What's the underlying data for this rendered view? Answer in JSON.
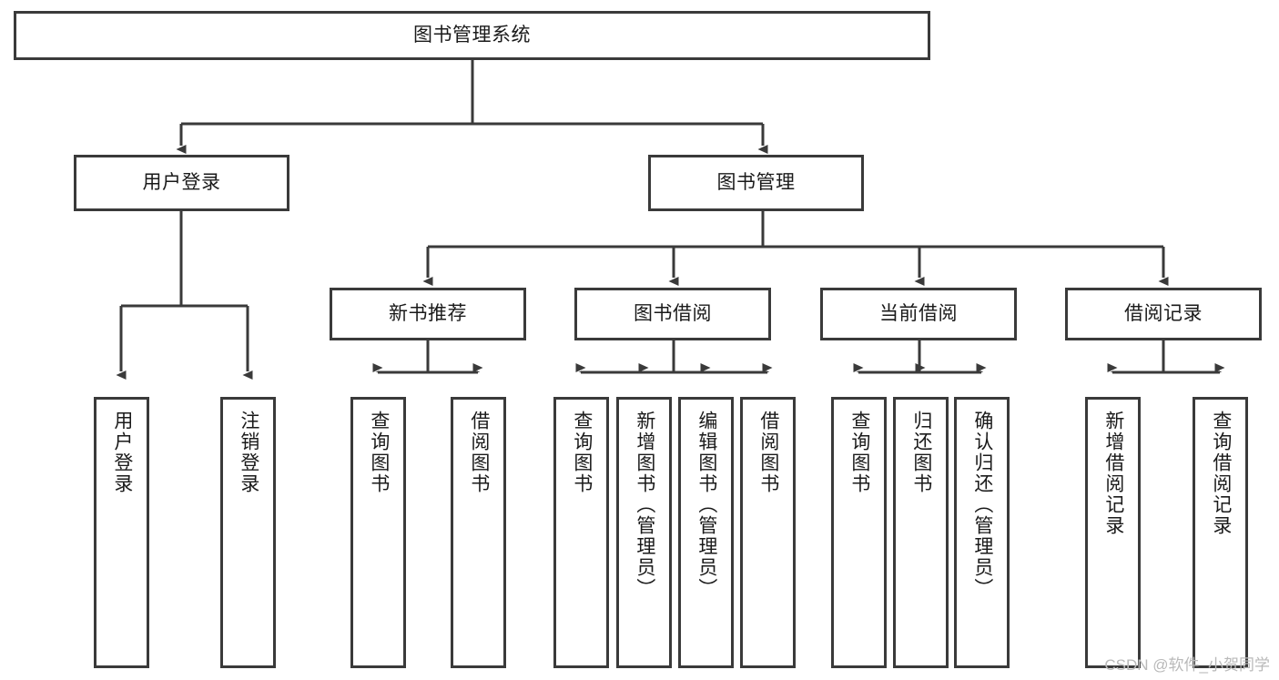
{
  "diagram": {
    "title": "图书管理系统",
    "watermark": "CSDN @软件_小贺同学",
    "stroke_color": "#3a3a3a",
    "text_color": "#1a1a1a",
    "background": "#ffffff",
    "nodes": {
      "root": "图书管理系统",
      "level2": [
        {
          "id": "user-login",
          "label": "用户登录"
        },
        {
          "id": "book-manage",
          "label": "图书管理"
        }
      ],
      "level3": [
        {
          "id": "new-book-recommend",
          "label": "新书推荐"
        },
        {
          "id": "book-borrow",
          "label": "图书借阅"
        },
        {
          "id": "current-borrow",
          "label": "当前借阅"
        },
        {
          "id": "borrow-record",
          "label": "借阅记录"
        }
      ],
      "leaves": [
        {
          "id": "leaf-user-login",
          "label": "用户登录",
          "parent": "user-login"
        },
        {
          "id": "leaf-user-logout",
          "label": "注销登录",
          "parent": "user-login"
        },
        {
          "id": "leaf-query-book-1",
          "label": "查询图书",
          "parent": "new-book-recommend"
        },
        {
          "id": "leaf-borrow-book-1",
          "label": "借阅图书",
          "parent": "new-book-recommend"
        },
        {
          "id": "leaf-query-book-2",
          "label": "查询图书",
          "parent": "book-borrow"
        },
        {
          "id": "leaf-add-book",
          "label": "新增图书（管理员）",
          "parent": "book-borrow"
        },
        {
          "id": "leaf-edit-book",
          "label": "编辑图书（管理员）",
          "parent": "book-borrow"
        },
        {
          "id": "leaf-borrow-book-2",
          "label": "借阅图书",
          "parent": "book-borrow"
        },
        {
          "id": "leaf-query-book-3",
          "label": "查询图书",
          "parent": "current-borrow"
        },
        {
          "id": "leaf-return-book",
          "label": "归还图书",
          "parent": "current-borrow"
        },
        {
          "id": "leaf-confirm-return",
          "label": "确认归还（管理员）",
          "parent": "current-borrow"
        },
        {
          "id": "leaf-add-record",
          "label": "新增借阅记录",
          "parent": "borrow-record"
        },
        {
          "id": "leaf-query-record",
          "label": "查询借阅记录",
          "parent": "borrow-record"
        }
      ]
    }
  }
}
